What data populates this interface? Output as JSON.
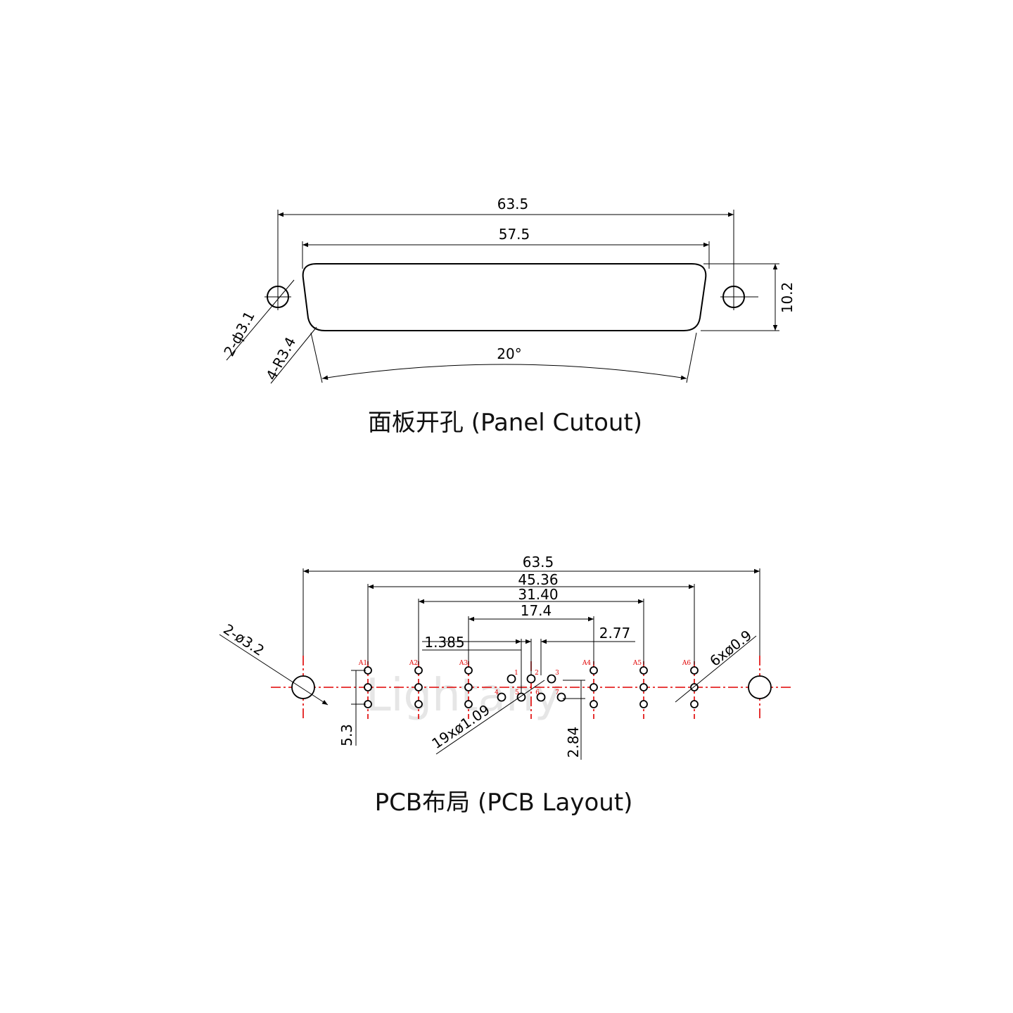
{
  "panel": {
    "dims": {
      "overall_width": "63.5",
      "cutout_width": "57.5",
      "height": "10.2",
      "angle": "20°",
      "hole_dia": "2-ф3.1",
      "corner_radius": "4-R3.4"
    },
    "caption": "面板开孔 (Panel Cutout)"
  },
  "pcb": {
    "dims": {
      "overall_width": "63.5",
      "a_span": "45.36",
      "inner_span": "31.40",
      "signal_span": "17.4",
      "signal_pitch": "1.385",
      "row_pitch": "2.77",
      "mount_hole": "2-ø3.2",
      "coax_pin": "6xø0.9",
      "signal_pin": "19xø1.09",
      "vertical_a": "5.3",
      "vertical_b": "2.84"
    },
    "contact_labels": [
      "A1",
      "A2",
      "A3",
      "A4",
      "A5",
      "A6"
    ],
    "signal_labels": [
      "1",
      "2",
      "3",
      "4",
      "5",
      "6",
      "7"
    ],
    "caption": "PCB布局 (PCB Layout)"
  },
  "watermark": "Lightany"
}
